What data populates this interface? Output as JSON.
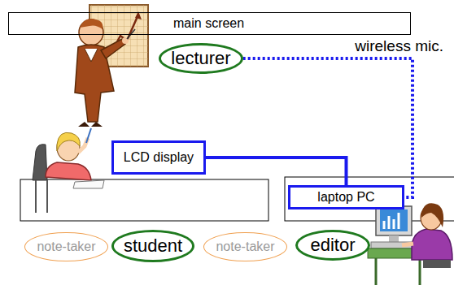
{
  "diagram": {
    "nodes": [
      {
        "text": [
          "main screen"
        ]
      },
      {
        "text": [
          "lecturer"
        ]
      },
      {
        "text": [
          "LCD display"
        ]
      },
      {
        "text": [
          "laptop PC"
        ]
      },
      {
        "text": [
          "note-taker"
        ]
      },
      {
        "text": [
          "student"
        ]
      },
      {
        "text": [
          "note-taker"
        ]
      },
      {
        "text": [
          "editor"
        ]
      }
    ],
    "edges": [
      {
        "from": 1,
        "to": 3,
        "arrow": "none",
        "label": "wireless mic."
      },
      {
        "from": 2,
        "to": 3,
        "arrow": "none"
      }
    ]
  }
}
